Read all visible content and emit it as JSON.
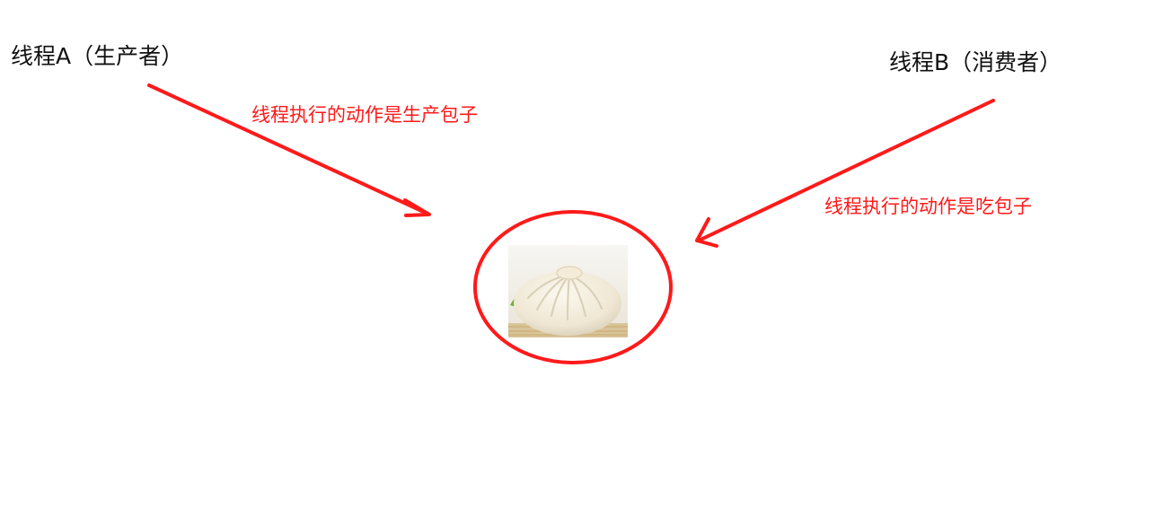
{
  "thread_a": {
    "label": "线程A（生产者）",
    "action": "线程执行的动作是生产包子"
  },
  "thread_b": {
    "label": "线程B（消费者）",
    "action": "线程执行的动作是吃包子"
  },
  "colors": {
    "annotation": "#ff1a1a",
    "text": "#111111",
    "bun_body": "#f3ecdc",
    "bun_shadow": "#d9cfb8",
    "leaf": "#6fae3a",
    "mat": "#c9a96b"
  },
  "icons": {
    "bun": "steamed-bun-image",
    "circle": "red-highlight-circle",
    "arrow_a": "arrow-down-right",
    "arrow_b": "arrow-down-left"
  }
}
